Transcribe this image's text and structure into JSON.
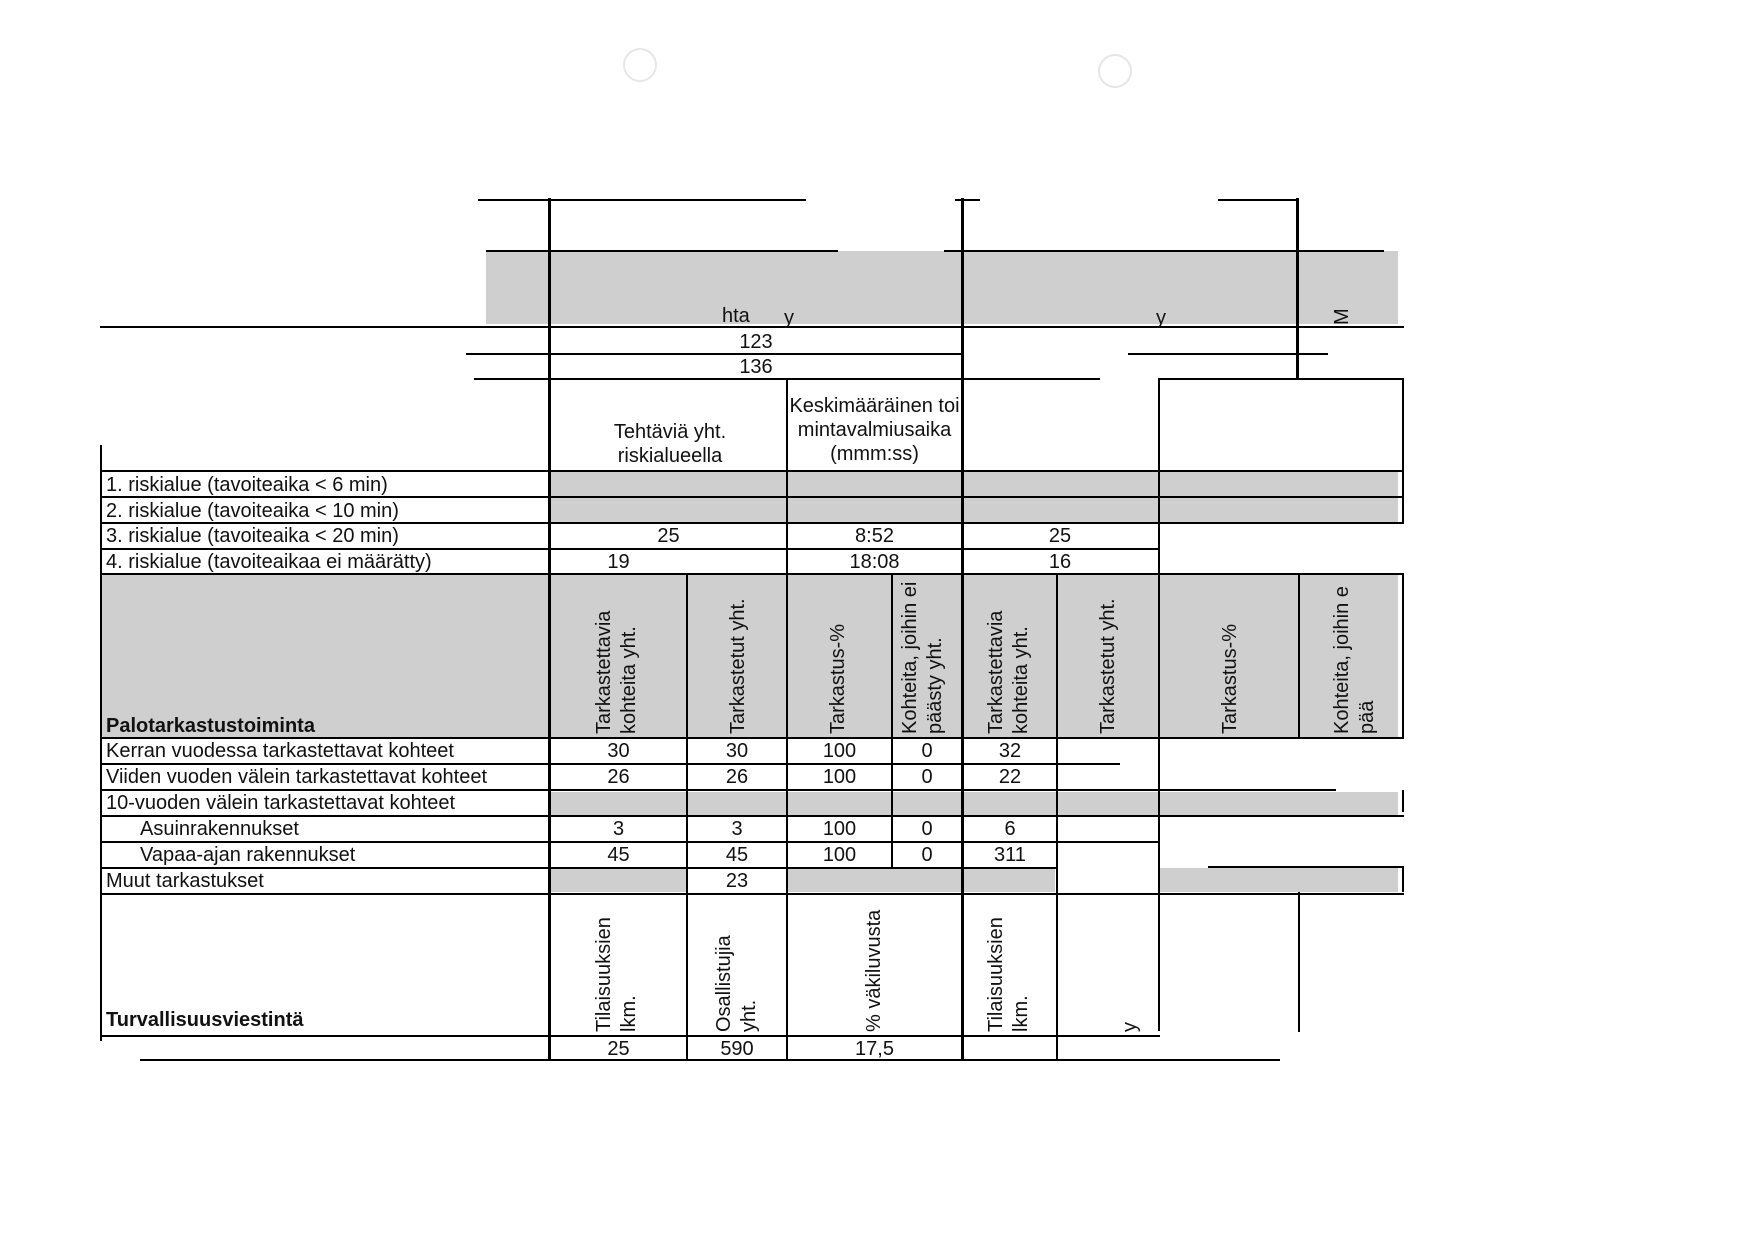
{
  "header": {
    "frag_hta": "hta",
    "frag_y1": "y",
    "frag_y2": "y",
    "frag_m": "M",
    "num1": "123",
    "num2": "136"
  },
  "risk_table": {
    "col_tasks": "Tehtäviä yht. riskialueella",
    "col_time": "Keskimääräinen toimintavalmiusaika (mmm:ss)",
    "rows": [
      {
        "label": "1. riskialue (tavoiteaika < 6 min)",
        "tasks": "",
        "time": "",
        "tasks2": ""
      },
      {
        "label": "2. riskialue (tavoiteaika < 10 min)",
        "tasks": "",
        "time": "",
        "tasks2": ""
      },
      {
        "label": "3. riskialue (tavoiteaika < 20 min)",
        "tasks": "25",
        "time": "8:52",
        "tasks2": "25"
      },
      {
        "label": "4. riskialue (tavoiteaikaa ei määrätty)",
        "tasks": "19",
        "time": "18:08",
        "tasks2": "16"
      }
    ]
  },
  "inspection": {
    "title": "Palotarkastustoiminta",
    "headers": [
      "Tarkastettavia kohteita yht.",
      "Tarkastetut yht.",
      "Tarkastus-%",
      "Kohteita, joihin ei päästy yht.",
      "Tarkastettavia kohteita yht.",
      "Tarkastetut yht.",
      "Tarkastus-%",
      "Kohteita, joihin e pää"
    ],
    "rows": [
      {
        "label": "Kerran vuodessa tarkastettavat kohteet",
        "v": [
          "30",
          "30",
          "100",
          "0",
          "32"
        ]
      },
      {
        "label": "Viiden vuoden välein tarkastettavat kohteet",
        "v": [
          "26",
          "26",
          "100",
          "0",
          "22"
        ]
      },
      {
        "label": "10-vuoden välein tarkastettavat kohteet",
        "v": [
          "",
          "",
          "",
          "",
          ""
        ]
      },
      {
        "label": "Asuinrakennukset",
        "v": [
          "3",
          "3",
          "100",
          "0",
          "6"
        ]
      },
      {
        "label": "Vapaa-ajan rakennukset",
        "v": [
          "45",
          "45",
          "100",
          "0",
          "311"
        ]
      },
      {
        "label": "Muut tarkastukset",
        "v": [
          "",
          "23",
          "",
          "",
          ""
        ]
      }
    ]
  },
  "safety": {
    "title": "Turvallisuusviestintä",
    "headers": [
      "Tilaisuuksien lkm.",
      "Osallistujia yht.",
      "% väkiluvusta",
      "Tilaisuuksien lkm.",
      "y"
    ],
    "values": [
      "25",
      "590",
      "17,5"
    ]
  }
}
